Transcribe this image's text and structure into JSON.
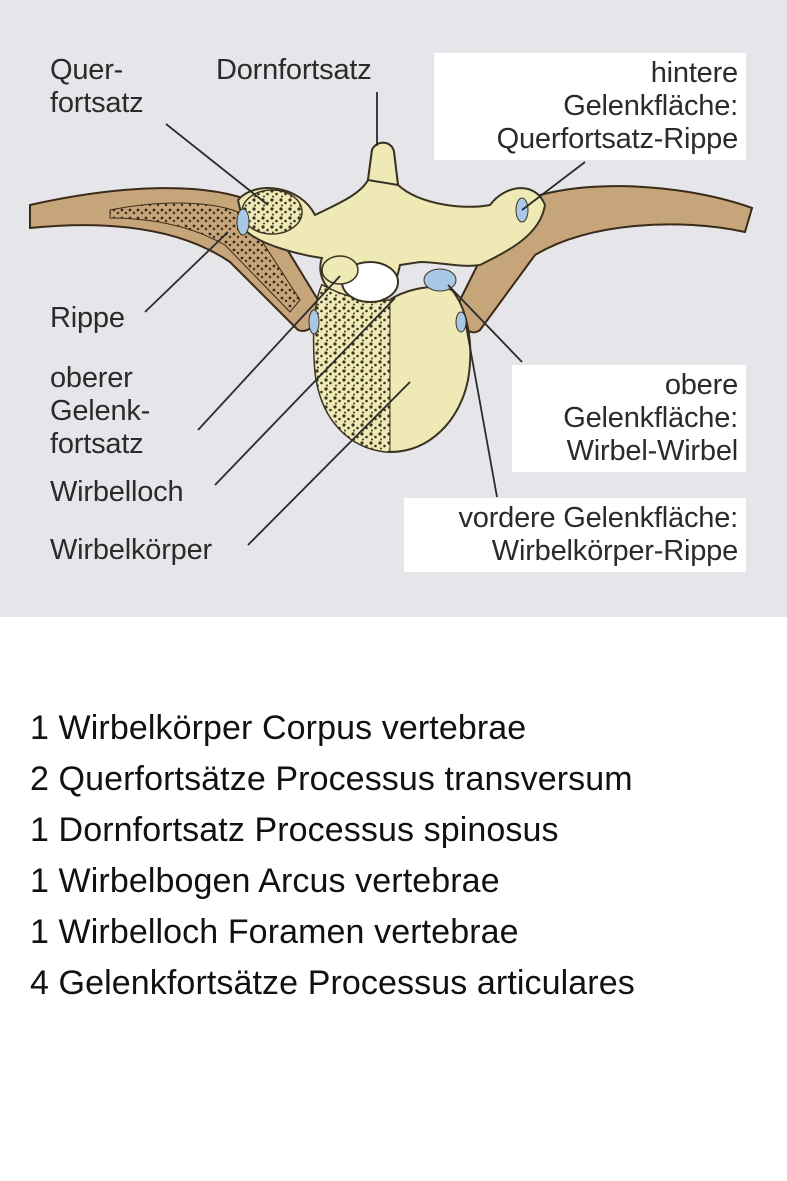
{
  "figure": {
    "labels": {
      "quer": "Quer-\nfortsatz",
      "dorn": "Dornfortsatz",
      "hintere": "hintere\nGelenkfläche:\nQuerfortsatz-Rippe",
      "rippe": "Rippe",
      "oberer": "oberer\nGelenk-\nfortsatz",
      "wirbelloch": "Wirbelloch",
      "wirbelkoerper": "Wirbelkörper",
      "obere": "obere\nGelenkfläche:\nWirbel-Wirbel",
      "vordere": "vordere Gelenkfläche:\nWirbelkörper-Rippe"
    },
    "colors": {
      "background": "#e6e6ea",
      "bone": "#efe9b6",
      "rib": "#c7a57a",
      "cartilage": "#a9c8e6"
    }
  },
  "list": [
    "1 Wirbelkörper Corpus vertebrae",
    "2 Querfortsätze Processus transversum",
    "1 Dornfortsatz Processus spinosus",
    "1 Wirbelbogen Arcus vertebrae",
    "1 Wirbelloch Foramen vertebrae",
    "4 Gelenkfortsätze Processus articulares"
  ]
}
